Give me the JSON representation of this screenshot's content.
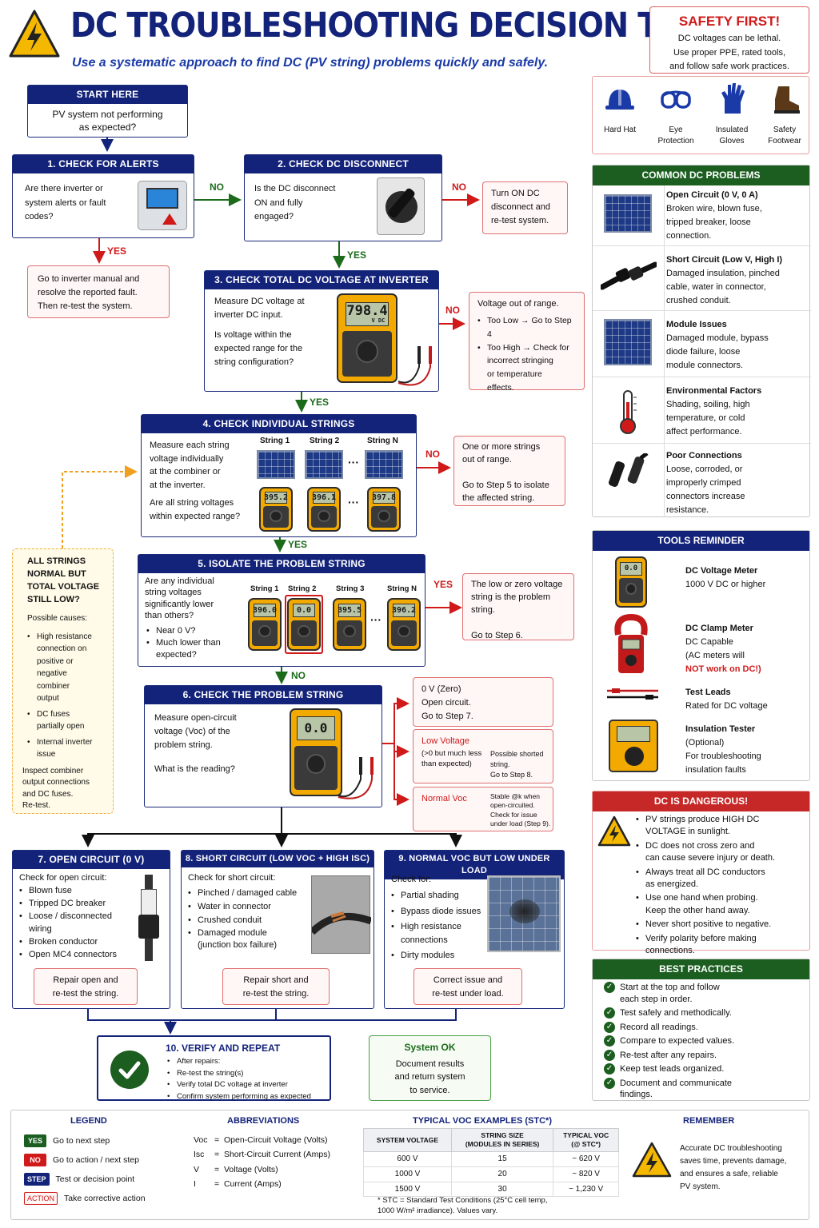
{
  "title": "DC TROUBLESHOOTING DECISION TREE",
  "subtitle": "Use a systematic approach to find DC (PV string) problems quickly and safely.",
  "safety": {
    "title": "SAFETY FIRST!",
    "text": "DC voltages can be lethal.\nUse proper PPE, rated tools,\nand follow safe work practices.",
    "ppe": [
      "Hard Hat",
      "Eye\nProtection",
      "Insulated\nGloves",
      "Safety\nFootwear"
    ]
  },
  "start": {
    "header": "START HERE",
    "text": "PV system not performing\nas expected?"
  },
  "step1": {
    "header": "1. CHECK FOR ALERTS",
    "text": "Are there inverter or\nsystem alerts or fault\ncodes?"
  },
  "step1_yes": "Go to inverter manual and\nresolve the reported fault.\nThen re-test the system.",
  "step2": {
    "header": "2. CHECK DC DISCONNECT",
    "text": "Is the DC disconnect\nON and fully\nengaged?",
    "on_label": "ON"
  },
  "step2_no": "Turn ON DC\ndisconnect and\nre-test system.",
  "step3": {
    "header": "3. CHECK TOTAL DC VOLTAGE AT INVERTER",
    "text1": "Measure DC voltage at\ninverter DC input.",
    "text2": "Is voltage within the\nexpected range for the\nstring configuration?",
    "reading": "798.4",
    "unit": "V DC"
  },
  "step3_no": {
    "title": "Voltage out of range.",
    "items": [
      "Too Low → Go to Step 4",
      "Too High → Check for\nincorrect stringing\nor temperature\neffects."
    ]
  },
  "step4": {
    "header": "4. CHECK INDIVIDUAL STRINGS",
    "text1": "Measure each string\nvoltage individually\nat the combiner or\nat the inverter.",
    "text2": "Are all string voltages\nwithin expected range?",
    "strings": [
      {
        "label": "String 1",
        "reading": "395.2"
      },
      {
        "label": "String 2",
        "reading": "396.1"
      },
      {
        "label": "String N",
        "reading": "397.8"
      }
    ]
  },
  "step4_no": "One or more strings\nout of range.\n\nGo to Step 5 to isolate\nthe affected string.",
  "allstrings": {
    "title": "ALL STRINGS\nNORMAL BUT\nTOTAL VOLTAGE\nSTILL LOW?",
    "causes_label": "Possible causes:",
    "causes": [
      "High resistance\nconnection on\npositive or\nnegative\ncombiner\noutput",
      "DC fuses\npartially open",
      "Internal inverter\nissue"
    ],
    "footer": "Inspect combiner\noutput connections\nand DC fuses.\nRe-test."
  },
  "step5": {
    "header": "5. ISOLATE THE PROBLEM STRING",
    "text": "Are any individual\nstring voltages\nsignificantly lower\nthan others?",
    "items": [
      "Near 0 V?",
      "Much lower than\nexpected?"
    ],
    "strings": [
      {
        "label": "String 1",
        "reading": "396.0"
      },
      {
        "label": "String 2",
        "reading": "0.0"
      },
      {
        "label": "String 3",
        "reading": "395.5"
      },
      {
        "label": "String N",
        "reading": "396.2"
      }
    ]
  },
  "step5_yes": "The low or zero voltage\nstring is the problem\nstring.\n\nGo to Step 6.",
  "step6": {
    "header": "6. CHECK THE PROBLEM STRING",
    "text1": "Measure open-circuit\nvoltage (Voc) of the\nproblem string.",
    "text2": "What is the reading?",
    "reading": "0.0"
  },
  "out_zero": {
    "title": "0 V (Zero)",
    "text": "Open circuit.\nGo to Step 7."
  },
  "out_low": {
    "title": "Low Voltage",
    "sub": "(>0 but much less\nthan expected)",
    "text": "Possible shorted\nstring.\nGo to Step 8."
  },
  "out_normal": {
    "title": "Normal Voc",
    "text": "Stable @k when\nopen-circuited.\nCheck for issue\nunder load (Step 9)."
  },
  "step7": {
    "header": "7. OPEN CIRCUIT (0 V)",
    "lead": "Check for open circuit:",
    "items": [
      "Blown fuse",
      "Tripped DC breaker",
      "Loose / disconnected\nwiring",
      "Broken conductor",
      "Open MC4 connectors"
    ],
    "action": "Repair open and\nre-test the string."
  },
  "step8": {
    "header": "8. SHORT CIRCUIT (LOW VOC + HIGH ISC)",
    "lead": "Check for short circuit:",
    "items": [
      "Pinched / damaged cable",
      "Water in connector",
      "Crushed conduit",
      "Damaged module\n(junction box failure)"
    ],
    "action": "Repair short and\nre-test the string."
  },
  "step9": {
    "header": "9. NORMAL VOC BUT LOW UNDER LOAD",
    "lead": "Check for:",
    "items": [
      "Partial shading",
      "Bypass diode issues",
      "High resistance\nconnections",
      "Dirty modules"
    ],
    "action": "Correct issue and\nre-test under load."
  },
  "step10": {
    "header": "10. VERIFY AND REPEAT",
    "items": [
      "After repairs:",
      "Re-test the string(s)",
      "Verify total DC voltage at inverter",
      "Confirm system performing as expected"
    ]
  },
  "systemok": {
    "title": "System OK",
    "text": "Document results\nand return system\nto service."
  },
  "labels": {
    "yes": "YES",
    "no": "NO"
  },
  "common": {
    "title": "COMMON DC PROBLEMS",
    "items": [
      {
        "t": "Open Circuit (0 V, 0 A)",
        "d": "Broken wire, blown fuse,\ntripped breaker, loose\nconnection."
      },
      {
        "t": "Short Circuit (Low V, High I)",
        "d": "Damaged insulation, pinched\ncable, water in connector,\ncrushed conduit."
      },
      {
        "t": "Module Issues",
        "d": "Damaged module, bypass\ndiode failure, loose\nmodule connectors."
      },
      {
        "t": "Environmental Factors",
        "d": "Shading, soiling, high\ntemperature, or cold\naffect performance."
      },
      {
        "t": "Poor Connections",
        "d": "Loose, corroded, or\nimproperly crimped\nconnectors increase\nresistance."
      }
    ]
  },
  "tools": {
    "title": "TOOLS REMINDER",
    "items": [
      {
        "t": "DC Voltage Meter",
        "d": "1000 V DC or higher"
      },
      {
        "t": "DC Clamp Meter",
        "d": "DC Capable\n(AC meters will",
        "w": "NOT work on DC!)"
      },
      {
        "t": "Test Leads",
        "d": "Rated for DC voltage"
      },
      {
        "t": "Insulation Tester",
        "d": "(Optional)\nFor troubleshooting\ninsulation faults"
      }
    ],
    "meter_reading": "0.0"
  },
  "danger": {
    "title": "DC IS DANGEROUS!",
    "items": [
      "PV strings produce HIGH DC\nVOLTAGE in sunlight.",
      "DC does not cross zero and\ncan cause severe injury or death.",
      "Always treat all DC conductors\nas energized.",
      "Use one hand when probing.\nKeep the other hand away.",
      "Never short positive to negative.",
      "Verify polarity before making\nconnections."
    ]
  },
  "best": {
    "title": "BEST PRACTICES",
    "items": [
      "Start at the top and follow\neach step in order.",
      "Test safely and methodically.",
      "Record all readings.",
      "Compare to expected values.",
      "Re-test after any repairs.",
      "Keep test leads organized.",
      "Document and communicate\nfindings."
    ]
  },
  "legend": {
    "title": "LEGEND",
    "items": [
      {
        "tag": "YES",
        "d": "Go to next step"
      },
      {
        "tag": "NO",
        "d": "Go to action / next step"
      },
      {
        "tag": "STEP",
        "d": "Test or decision point"
      },
      {
        "tag": "ACTION",
        "d": "Take corrective action"
      }
    ]
  },
  "abbr": {
    "title": "ABBREVIATIONS",
    "items": [
      {
        "k": "Voc",
        "v": "Open-Circuit Voltage (Volts)"
      },
      {
        "k": "Isc",
        "v": "Short-Circuit Current (Amps)"
      },
      {
        "k": "V",
        "v": "Voltage (Volts)"
      },
      {
        "k": "I",
        "v": "Current (Amps)"
      }
    ]
  },
  "voc": {
    "title": "TYPICAL VOC EXAMPLES (STC*)",
    "headers": [
      "SYSTEM VOLTAGE",
      "STRING SIZE\n(MODULES IN SERIES)",
      "TYPICAL VOC\n(@ STC*)"
    ],
    "rows": [
      [
        "600 V",
        "15",
        "~ 620 V"
      ],
      [
        "1000 V",
        "20",
        "~ 820 V"
      ],
      [
        "1500 V",
        "30",
        "~ 1,230 V"
      ]
    ],
    "note": "* STC = Standard Test Conditions (25°C cell temp,\n1000 W/m² irradiance). Values vary."
  },
  "remember": {
    "title": "REMEMBER",
    "text": "Accurate DC troubleshooting\nsaves time, prevents damage,\nand ensures a safe, reliable\nPV system."
  },
  "colors": {
    "navy": "#14237a",
    "green": "#1b5e20",
    "red": "#c62828"
  }
}
